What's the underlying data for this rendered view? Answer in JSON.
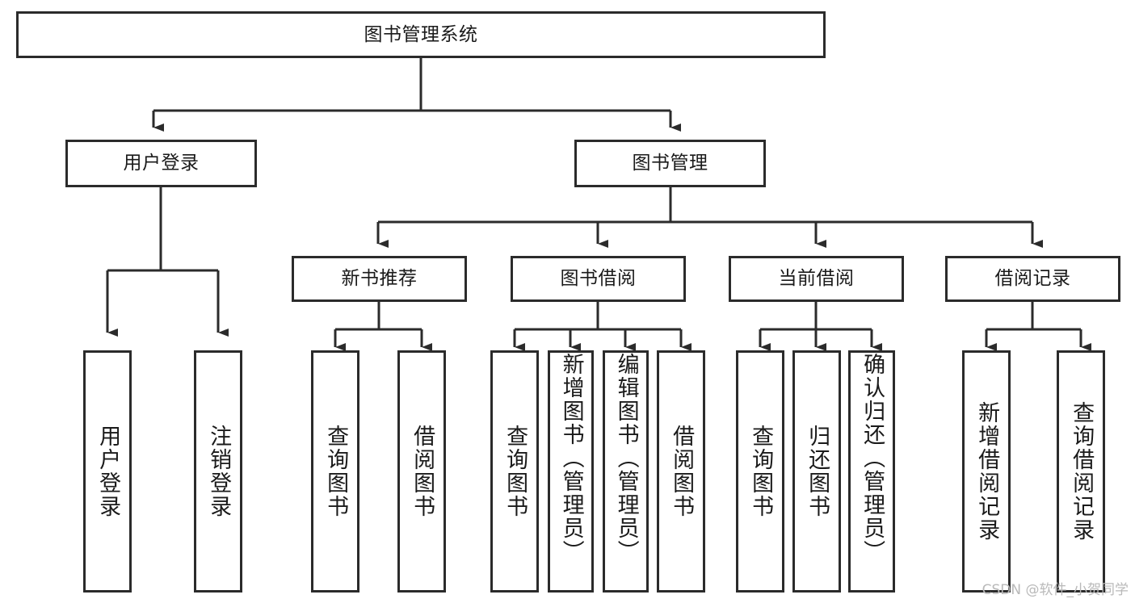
{
  "diagram": {
    "title": "图书管理系统",
    "type": "tree",
    "root": {
      "label": "图书管理系统"
    },
    "level2": [
      {
        "id": "user-login",
        "label": "用户登录"
      },
      {
        "id": "book-manage",
        "label": "图书管理"
      }
    ],
    "level3": [
      {
        "id": "new-book-recommend",
        "label": "新书推荐"
      },
      {
        "id": "book-borrow",
        "label": "图书借阅"
      },
      {
        "id": "current-borrow",
        "label": "当前借阅"
      },
      {
        "id": "borrow-record",
        "label": "借阅记录"
      }
    ],
    "leaves": {
      "user_login": [
        {
          "id": "leaf-user-login",
          "label": "用户登录"
        },
        {
          "id": "leaf-user-logout",
          "label": "注销登录"
        }
      ],
      "new_book_recommend": [
        {
          "id": "leaf-query-book-1",
          "label": "查询图书"
        },
        {
          "id": "leaf-borrow-book-1",
          "label": "借阅图书"
        }
      ],
      "book_borrow": [
        {
          "id": "leaf-query-book-2",
          "label": "查询图书"
        },
        {
          "id": "leaf-add-book",
          "label": "新增图书（管理员）"
        },
        {
          "id": "leaf-edit-book",
          "label": "编辑图书（管理员）"
        },
        {
          "id": "leaf-borrow-book-2",
          "label": "借阅图书"
        }
      ],
      "current_borrow": [
        {
          "id": "leaf-query-book-3",
          "label": "查询图书"
        },
        {
          "id": "leaf-return-book",
          "label": "归还图书"
        },
        {
          "id": "leaf-confirm-return",
          "label": "确认归还（管理员）"
        }
      ],
      "borrow_record": [
        {
          "id": "leaf-add-record",
          "label": "新增借阅记录"
        },
        {
          "id": "leaf-query-record",
          "label": "查询借阅记录"
        }
      ]
    }
  },
  "watermark": {
    "text": "CSDN @软件_小贺同学"
  },
  "colors": {
    "border": "#2b2b2b",
    "background": "#ffffff",
    "text": "#1a1a1a",
    "connector": "#2b2b2b",
    "watermark": "#b9b9b9"
  }
}
